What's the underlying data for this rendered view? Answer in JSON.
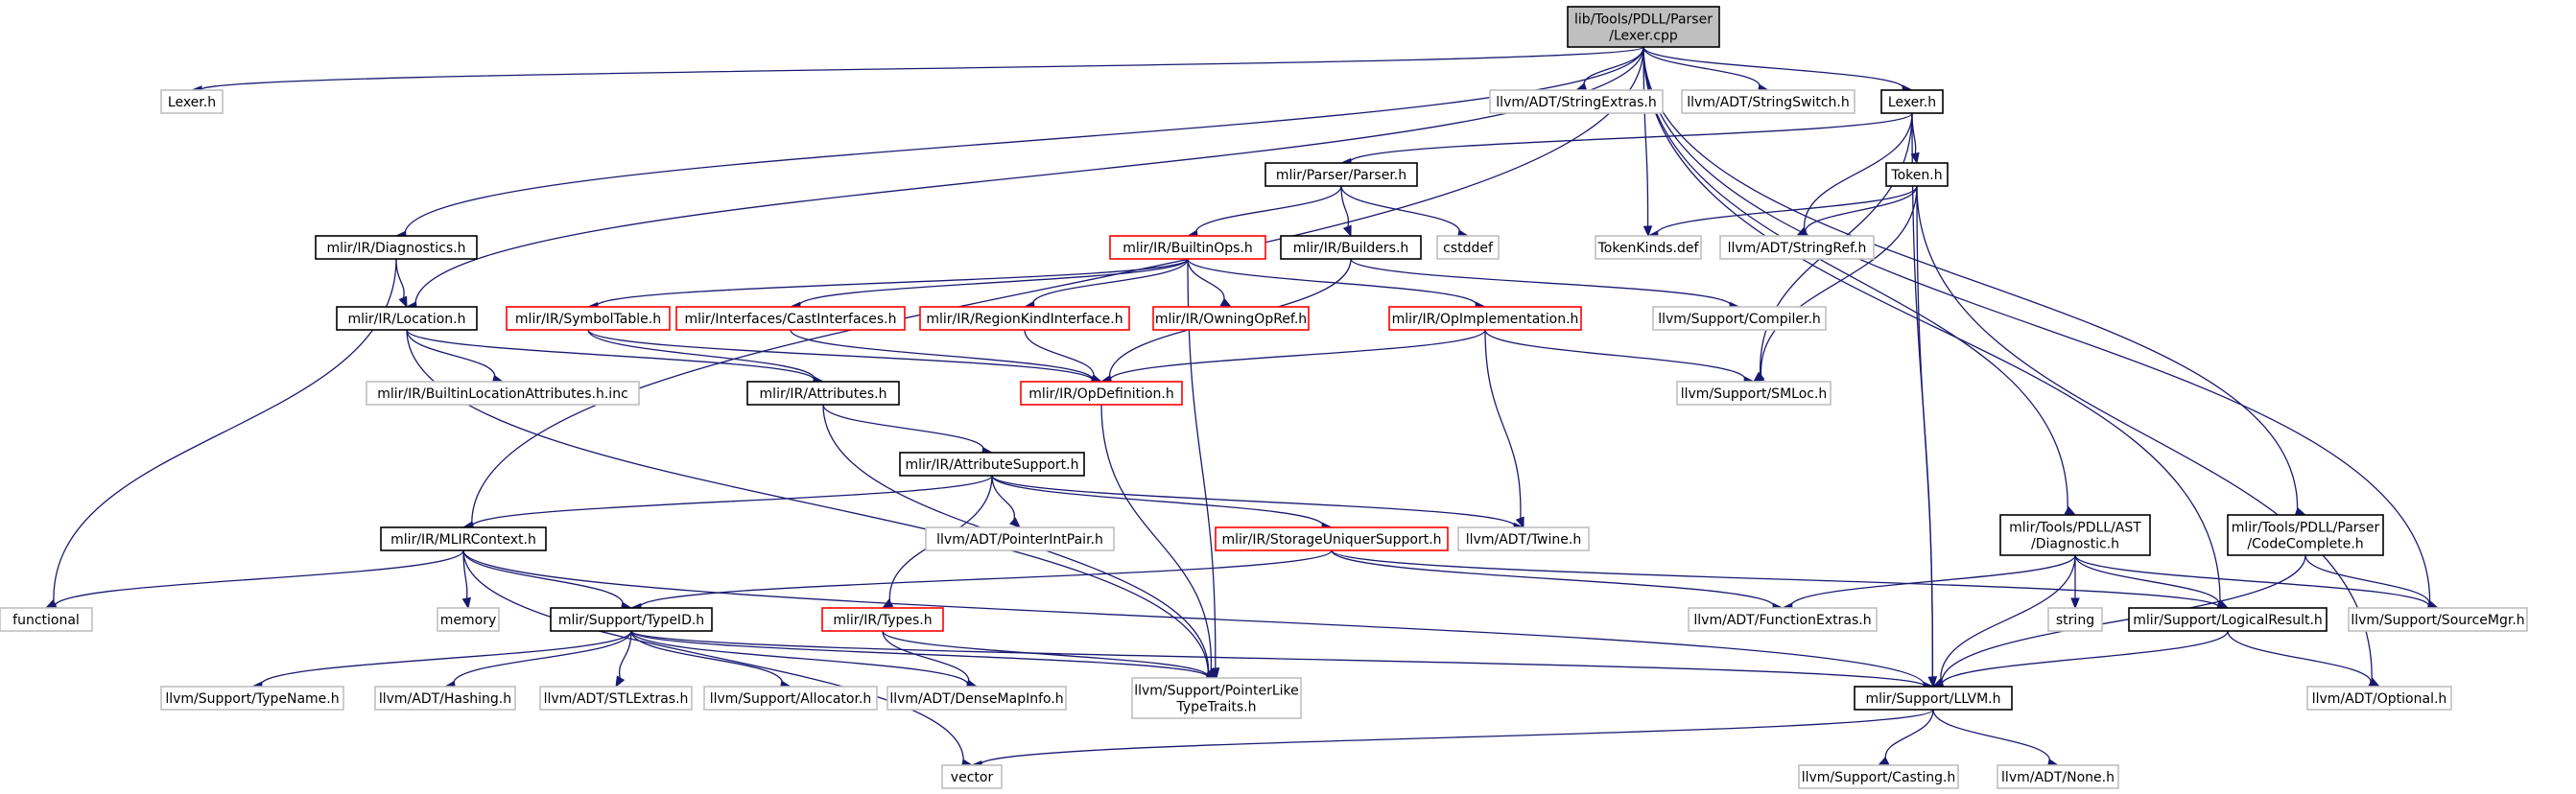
{
  "colors": {
    "edge": "#191970",
    "root_fill": "#bfbfbf",
    "documented_border": "#000000",
    "incomplete_border": "#ff0000",
    "external_border": "#bfbfbf"
  },
  "nodes": [
    {
      "id": "root",
      "label": [
        "lib/Tools/PDLL/Parser",
        "/Lexer.cpp"
      ],
      "style": "root"
    },
    {
      "id": "lexer_h_ext",
      "label": [
        "Lexer.h"
      ],
      "style": "gray"
    },
    {
      "id": "stringextras",
      "label": [
        "llvm/ADT/StringExtras.h"
      ],
      "style": "gray"
    },
    {
      "id": "stringswitch",
      "label": [
        "llvm/ADT/StringSwitch.h"
      ],
      "style": "gray"
    },
    {
      "id": "lexer_h",
      "label": [
        "Lexer.h"
      ],
      "style": "normal"
    },
    {
      "id": "parser_h",
      "label": [
        "mlir/Parser/Parser.h"
      ],
      "style": "normal"
    },
    {
      "id": "token_h",
      "label": [
        "Token.h"
      ],
      "style": "normal"
    },
    {
      "id": "diagnostics_h",
      "label": [
        "mlir/IR/Diagnostics.h"
      ],
      "style": "normal"
    },
    {
      "id": "builtinops_h",
      "label": [
        "mlir/IR/BuiltinOps.h"
      ],
      "style": "red"
    },
    {
      "id": "builders_h",
      "label": [
        "mlir/IR/Builders.h"
      ],
      "style": "normal"
    },
    {
      "id": "cstddef",
      "label": [
        "cstddef"
      ],
      "style": "gray"
    },
    {
      "id": "tokenkinds",
      "label": [
        "TokenKinds.def"
      ],
      "style": "gray"
    },
    {
      "id": "stringref",
      "label": [
        "llvm/ADT/StringRef.h"
      ],
      "style": "gray"
    },
    {
      "id": "location_h",
      "label": [
        "mlir/IR/Location.h"
      ],
      "style": "normal"
    },
    {
      "id": "symboltable_h",
      "label": [
        "mlir/IR/SymbolTable.h"
      ],
      "style": "red"
    },
    {
      "id": "castinterfaces_h",
      "label": [
        "mlir/Interfaces/CastInterfaces.h"
      ],
      "style": "red"
    },
    {
      "id": "regionkind_h",
      "label": [
        "mlir/IR/RegionKindInterface.h"
      ],
      "style": "red"
    },
    {
      "id": "owningopref_h",
      "label": [
        "mlir/IR/OwningOpRef.h"
      ],
      "style": "red"
    },
    {
      "id": "opimplementation_h",
      "label": [
        "mlir/IR/OpImplementation.h"
      ],
      "style": "red"
    },
    {
      "id": "compiler_h",
      "label": [
        "llvm/Support/Compiler.h"
      ],
      "style": "gray"
    },
    {
      "id": "builtinlocattr",
      "label": [
        "mlir/IR/BuiltinLocationAttributes.h.inc"
      ],
      "style": "gray"
    },
    {
      "id": "attributes_h",
      "label": [
        "mlir/IR/Attributes.h"
      ],
      "style": "normal"
    },
    {
      "id": "opdefinition_h",
      "label": [
        "mlir/IR/OpDefinition.h"
      ],
      "style": "red"
    },
    {
      "id": "smloc_h",
      "label": [
        "llvm/Support/SMLoc.h"
      ],
      "style": "gray"
    },
    {
      "id": "attributesupport_h",
      "label": [
        "mlir/IR/AttributeSupport.h"
      ],
      "style": "normal"
    },
    {
      "id": "mlircontext_h",
      "label": [
        "mlir/IR/MLIRContext.h"
      ],
      "style": "normal"
    },
    {
      "id": "pointerintpair_h",
      "label": [
        "llvm/ADT/PointerIntPair.h"
      ],
      "style": "gray"
    },
    {
      "id": "storageuniquer_h",
      "label": [
        "mlir/IR/StorageUniquerSupport.h"
      ],
      "style": "red"
    },
    {
      "id": "twine_h",
      "label": [
        "llvm/ADT/Twine.h"
      ],
      "style": "gray"
    },
    {
      "id": "pdll_diagnostic_h",
      "label": [
        "mlir/Tools/PDLL/AST",
        "/Diagnostic.h"
      ],
      "style": "normal"
    },
    {
      "id": "codecomplete_h",
      "label": [
        "mlir/Tools/PDLL/Parser",
        "/CodeComplete.h"
      ],
      "style": "normal"
    },
    {
      "id": "functional",
      "label": [
        "functional"
      ],
      "style": "gray"
    },
    {
      "id": "memory",
      "label": [
        "memory"
      ],
      "style": "gray"
    },
    {
      "id": "typeid_h",
      "label": [
        "mlir/Support/TypeID.h"
      ],
      "style": "normal"
    },
    {
      "id": "types_h",
      "label": [
        "mlir/IR/Types.h"
      ],
      "style": "red"
    },
    {
      "id": "functionextras_h",
      "label": [
        "llvm/ADT/FunctionExtras.h"
      ],
      "style": "gray"
    },
    {
      "id": "string",
      "label": [
        "string"
      ],
      "style": "gray"
    },
    {
      "id": "logicalresult_h",
      "label": [
        "mlir/Support/LogicalResult.h"
      ],
      "style": "normal"
    },
    {
      "id": "sourcemgr_h",
      "label": [
        "llvm/Support/SourceMgr.h"
      ],
      "style": "gray"
    },
    {
      "id": "typename_h",
      "label": [
        "llvm/Support/TypeName.h"
      ],
      "style": "gray"
    },
    {
      "id": "hashing_h",
      "label": [
        "llvm/ADT/Hashing.h"
      ],
      "style": "gray"
    },
    {
      "id": "stlextras_h",
      "label": [
        "llvm/ADT/STLExtras.h"
      ],
      "style": "gray"
    },
    {
      "id": "allocator_h",
      "label": [
        "llvm/Support/Allocator.h"
      ],
      "style": "gray"
    },
    {
      "id": "densemapinfo_h",
      "label": [
        "llvm/ADT/DenseMapInfo.h"
      ],
      "style": "gray"
    },
    {
      "id": "pointerliketypetraits_h",
      "label": [
        "llvm/Support/PointerLike",
        "TypeTraits.h"
      ],
      "style": "gray"
    },
    {
      "id": "llvm_h",
      "label": [
        "mlir/Support/LLVM.h"
      ],
      "style": "normal"
    },
    {
      "id": "optional_h",
      "label": [
        "llvm/ADT/Optional.h"
      ],
      "style": "gray"
    },
    {
      "id": "vector",
      "label": [
        "vector"
      ],
      "style": "gray"
    },
    {
      "id": "casting_h",
      "label": [
        "llvm/Support/Casting.h"
      ],
      "style": "gray"
    },
    {
      "id": "none_h",
      "label": [
        "llvm/ADT/None.h"
      ],
      "style": "gray"
    }
  ],
  "edges": [
    [
      "root",
      "lexer_h_ext"
    ],
    [
      "root",
      "stringextras"
    ],
    [
      "root",
      "stringswitch"
    ],
    [
      "root",
      "lexer_h"
    ],
    [
      "root",
      "diagnostics_h"
    ],
    [
      "root",
      "location_h"
    ],
    [
      "root",
      "mlircontext_h"
    ],
    [
      "root",
      "tokenkinds"
    ],
    [
      "root",
      "pdll_diagnostic_h"
    ],
    [
      "root",
      "logicalresult_h"
    ],
    [
      "root",
      "codecomplete_h"
    ],
    [
      "root",
      "sourcemgr_h"
    ],
    [
      "lexer_h",
      "parser_h"
    ],
    [
      "lexer_h",
      "token_h"
    ],
    [
      "lexer_h",
      "stringref"
    ],
    [
      "lexer_h",
      "smloc_h"
    ],
    [
      "lexer_h",
      "llvm_h"
    ],
    [
      "token_h",
      "tokenkinds"
    ],
    [
      "token_h",
      "stringref"
    ],
    [
      "token_h",
      "smloc_h"
    ],
    [
      "token_h",
      "llvm_h"
    ],
    [
      "token_h",
      "optional_h"
    ],
    [
      "parser_h",
      "builtinops_h"
    ],
    [
      "parser_h",
      "builders_h"
    ],
    [
      "parser_h",
      "cstddef"
    ],
    [
      "builtinops_h",
      "symboltable_h"
    ],
    [
      "builtinops_h",
      "castinterfaces_h"
    ],
    [
      "builtinops_h",
      "regionkind_h"
    ],
    [
      "builtinops_h",
      "owningopref_h"
    ],
    [
      "builtinops_h",
      "opimplementation_h"
    ],
    [
      "builtinops_h",
      "pointerliketypetraits_h"
    ],
    [
      "builders_h",
      "opdefinition_h"
    ],
    [
      "builders_h",
      "compiler_h"
    ],
    [
      "diagnostics_h",
      "location_h"
    ],
    [
      "diagnostics_h",
      "functional"
    ],
    [
      "location_h",
      "builtinlocattr"
    ],
    [
      "location_h",
      "attributes_h"
    ],
    [
      "location_h",
      "pointerliketypetraits_h"
    ],
    [
      "symboltable_h",
      "attributes_h"
    ],
    [
      "symboltable_h",
      "opdefinition_h"
    ],
    [
      "castinterfaces_h",
      "opdefinition_h"
    ],
    [
      "regionkind_h",
      "opdefinition_h"
    ],
    [
      "opimplementation_h",
      "opdefinition_h"
    ],
    [
      "opimplementation_h",
      "smloc_h"
    ],
    [
      "opimplementation_h",
      "twine_h"
    ],
    [
      "opdefinition_h",
      "pointerliketypetraits_h"
    ],
    [
      "attributes_h",
      "attributesupport_h"
    ],
    [
      "attributes_h",
      "pointerliketypetraits_h"
    ],
    [
      "attributesupport_h",
      "mlircontext_h"
    ],
    [
      "attributesupport_h",
      "pointerintpair_h"
    ],
    [
      "attributesupport_h",
      "storageuniquer_h"
    ],
    [
      "attributesupport_h",
      "twine_h"
    ],
    [
      "attributesupport_h",
      "types_h"
    ],
    [
      "mlircontext_h",
      "functional"
    ],
    [
      "mlircontext_h",
      "memory"
    ],
    [
      "mlircontext_h",
      "typeid_h"
    ],
    [
      "mlircontext_h",
      "llvm_h"
    ],
    [
      "mlircontext_h",
      "vector"
    ],
    [
      "storageuniquer_h",
      "typeid_h"
    ],
    [
      "storageuniquer_h",
      "functionextras_h"
    ],
    [
      "storageuniquer_h",
      "logicalresult_h"
    ],
    [
      "typeid_h",
      "typename_h"
    ],
    [
      "typeid_h",
      "hashing_h"
    ],
    [
      "typeid_h",
      "stlextras_h"
    ],
    [
      "typeid_h",
      "allocator_h"
    ],
    [
      "typeid_h",
      "densemapinfo_h"
    ],
    [
      "typeid_h",
      "pointerliketypetraits_h"
    ],
    [
      "typeid_h",
      "llvm_h"
    ],
    [
      "types_h",
      "densemapinfo_h"
    ],
    [
      "types_h",
      "pointerliketypetraits_h"
    ],
    [
      "pdll_diagnostic_h",
      "functionextras_h"
    ],
    [
      "pdll_diagnostic_h",
      "string"
    ],
    [
      "pdll_diagnostic_h",
      "logicalresult_h"
    ],
    [
      "pdll_diagnostic_h",
      "sourcemgr_h"
    ],
    [
      "pdll_diagnostic_h",
      "llvm_h"
    ],
    [
      "codecomplete_h",
      "sourcemgr_h"
    ],
    [
      "codecomplete_h",
      "llvm_h"
    ],
    [
      "logicalresult_h",
      "llvm_h"
    ],
    [
      "logicalresult_h",
      "optional_h"
    ],
    [
      "llvm_h",
      "vector"
    ],
    [
      "llvm_h",
      "casting_h"
    ],
    [
      "llvm_h",
      "none_h"
    ]
  ]
}
